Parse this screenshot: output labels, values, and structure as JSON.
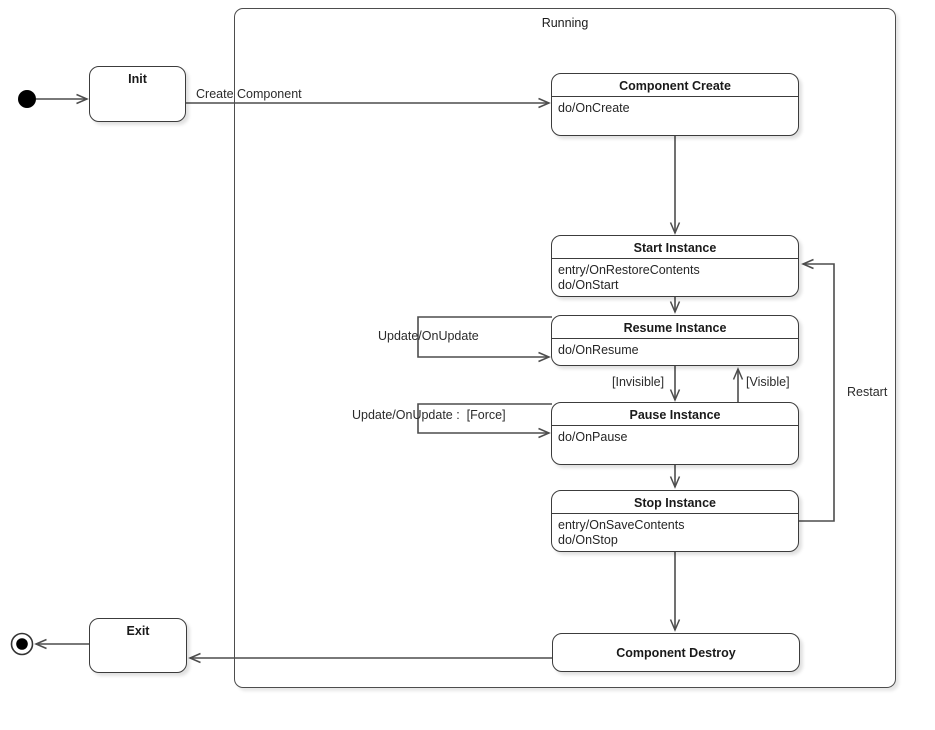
{
  "container": {
    "label": "Running"
  },
  "states": {
    "init": {
      "title": "Init"
    },
    "component_create": {
      "title": "Component Create",
      "actions": [
        "do/OnCreate"
      ]
    },
    "start_instance": {
      "title": "Start Instance",
      "actions": [
        "entry/OnRestoreContents",
        "do/OnStart"
      ]
    },
    "resume_instance": {
      "title": "Resume Instance",
      "actions": [
        "do/OnResume"
      ]
    },
    "pause_instance": {
      "title": "Pause Instance",
      "actions": [
        "do/OnPause"
      ]
    },
    "stop_instance": {
      "title": "Stop Instance",
      "actions": [
        "entry/OnSaveContents",
        "do/OnStop"
      ]
    },
    "component_destroy": {
      "title": "Component Destroy"
    },
    "exit": {
      "title": "Exit"
    }
  },
  "transitions": {
    "create_component": {
      "label": "Create Component"
    },
    "resume_self_update": {
      "label": "Update/OnUpdate"
    },
    "resume_to_pause": {
      "label": "[Invisible]"
    },
    "pause_to_resume": {
      "label": "[Visible]"
    },
    "pause_self_update": {
      "label": "Update/OnUpdate :  [Force]"
    },
    "restart": {
      "label": "Restart"
    }
  },
  "icons": {
    "initial_state": "filled-circle",
    "final_state": "ring-with-dot"
  },
  "colors": {
    "connector": "#4d4d4d",
    "state_border": "#3c3c3c",
    "state_fill": "#ffffff",
    "text": "#1a1a1a",
    "background": "#ffffff"
  }
}
